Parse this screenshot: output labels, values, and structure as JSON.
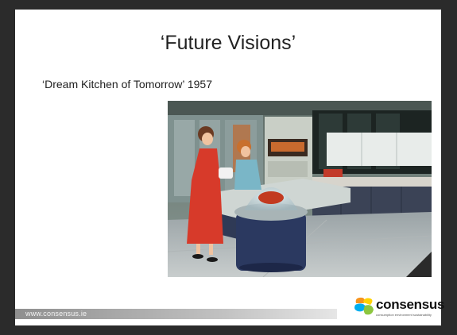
{
  "slide": {
    "title": "‘Future Visions’",
    "subtitle": "‘Dream Kitchen of Tomorrow’ 1957",
    "footer_url": "www.consensus.ie"
  },
  "image": {
    "description_icon": "vintage-kitchen-photo"
  },
  "logo": {
    "wordmark": "consensus",
    "tagline": "consumption environment sustainability",
    "colors": [
      "#f7941d",
      "#8dc63f",
      "#00aeef",
      "#ffd200"
    ]
  }
}
